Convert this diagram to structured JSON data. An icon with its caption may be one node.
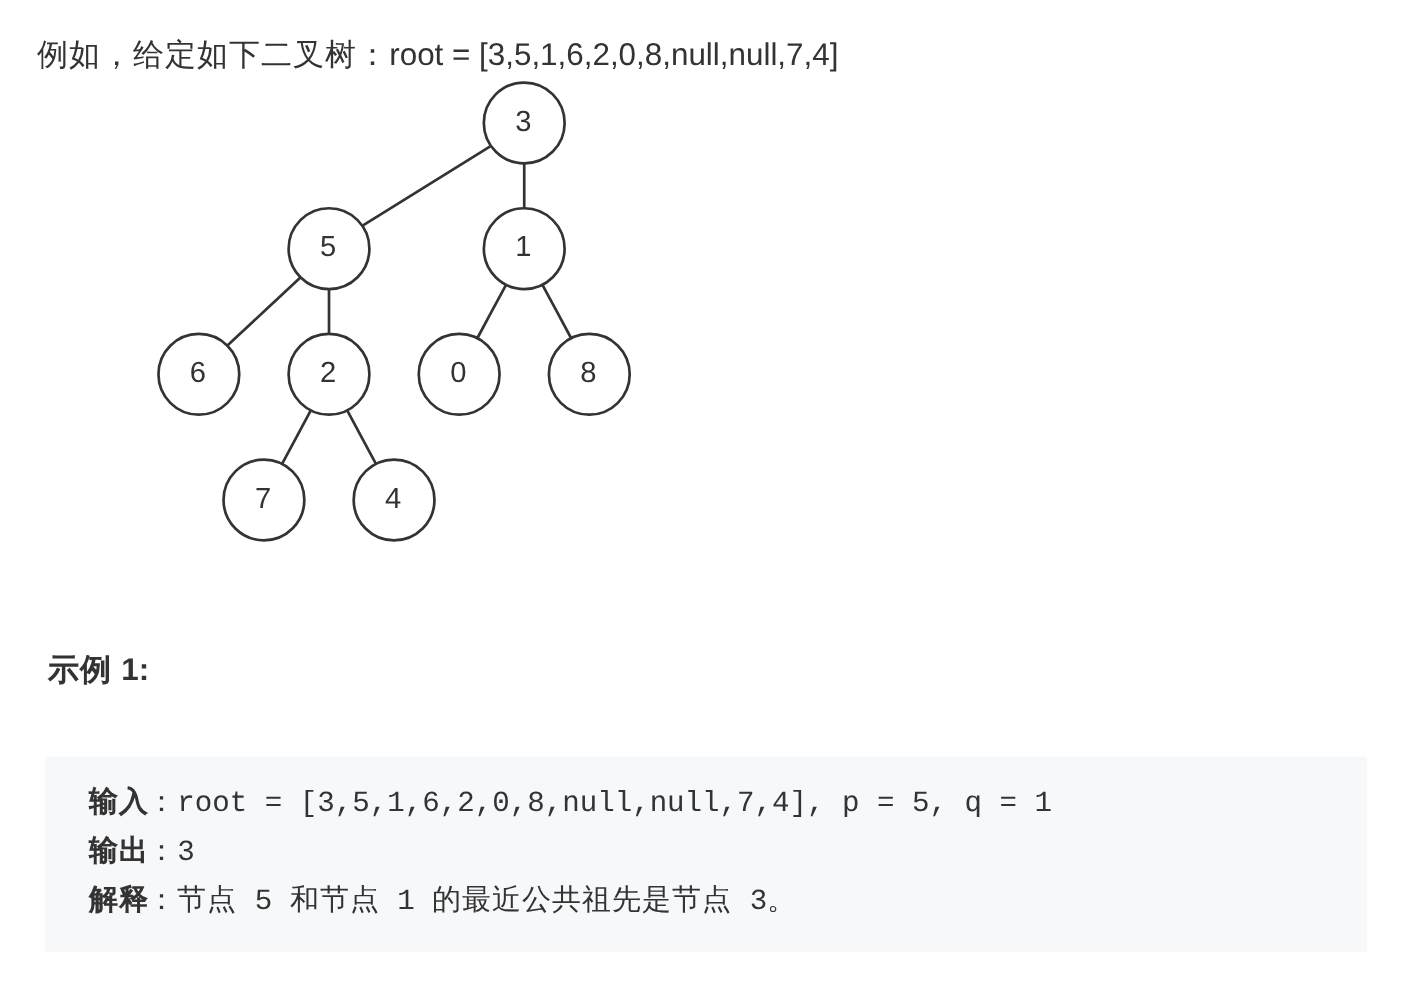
{
  "diagram": {
    "title": "例如，给定如下二叉树：root = [3,5,1,6,2,0,8,null,null,7,4]",
    "nodes": [
      {
        "text": [
          "3"
        ]
      },
      {
        "text": [
          "5"
        ]
      },
      {
        "text": [
          "1"
        ]
      },
      {
        "text": [
          "6"
        ]
      },
      {
        "text": [
          "2"
        ]
      },
      {
        "text": [
          "0"
        ]
      },
      {
        "text": [
          "8"
        ]
      },
      {
        "text": [
          "7"
        ]
      },
      {
        "text": [
          "4"
        ]
      },
      {
        "text": [
          "**输入**：root = [3,5,1,6,2,0,8,null,null,7,4], p = 5, q = 1",
          "**输出**：3",
          "**解释**：节点 5 和节点 1 的最近公共祖先是节点 3。"
        ]
      }
    ],
    "edges": [
      {
        "from": 0,
        "to": 1,
        "arrow": "none"
      },
      {
        "from": 0,
        "to": 2,
        "arrow": "none"
      },
      {
        "from": 1,
        "to": 3,
        "arrow": "none"
      },
      {
        "from": 1,
        "to": 4,
        "arrow": "none"
      },
      {
        "from": 2,
        "to": 5,
        "arrow": "none"
      },
      {
        "from": 2,
        "to": 6,
        "arrow": "none"
      },
      {
        "from": 4,
        "to": 7,
        "arrow": "none"
      },
      {
        "from": 4,
        "to": 8,
        "arrow": "none"
      }
    ],
    "labels": [
      "示例 1:"
    ]
  }
}
